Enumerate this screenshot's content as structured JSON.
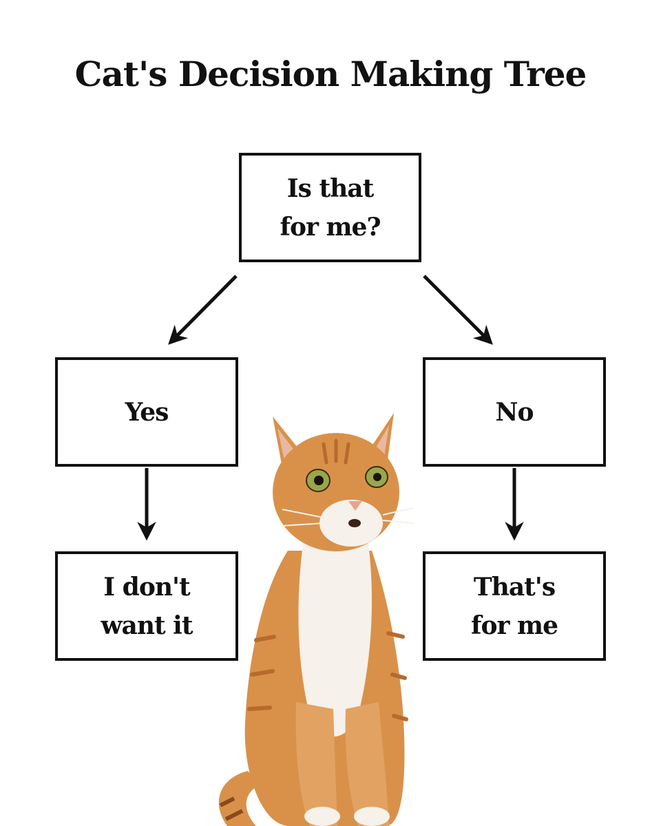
{
  "title": "Cat's Decision Making Tree",
  "nodes": {
    "root": "Is that for me?",
    "yes": "Yes",
    "no": "No",
    "yes_result": "I don't want it",
    "no_result": "That's for me"
  },
  "edges": [
    {
      "from": "root",
      "to": "yes"
    },
    {
      "from": "root",
      "to": "no"
    },
    {
      "from": "yes",
      "to": "yes_result"
    },
    {
      "from": "no",
      "to": "no_result"
    }
  ],
  "illustration": {
    "subject": "orange-tabby-cat",
    "colors": {
      "fur": "#d9914a",
      "fur_dark": "#b86a2c",
      "white": "#f6f1ea",
      "eye": "#9aa64a",
      "nose": "#e8a48f"
    }
  },
  "colors": {
    "ink": "#111111",
    "background": "#ffffff"
  }
}
